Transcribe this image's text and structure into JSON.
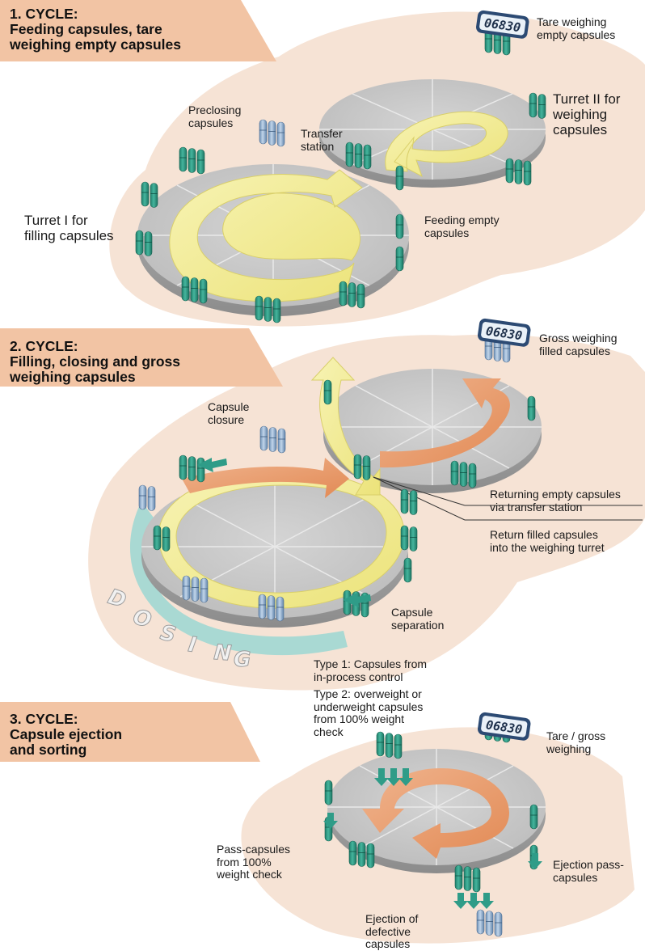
{
  "colors": {
    "banner": "#f2c4a4",
    "platform_tint": "#f6e3d5",
    "turret_top": "#c7c7c7",
    "turret_edge": "#9a9a9a",
    "yellow_arrow": "#f2ec8e",
    "orange_arrow": "#ea9a6a",
    "teal_capsule": "#2e9c86",
    "blue_capsule": "#86a7c9",
    "dosing_band": "#a9d9d3",
    "display_body": "#2c4a73",
    "display_screen": "#eaf1f8"
  },
  "icons": [
    "scale-display-icon",
    "capsule-icon",
    "flow-arrow-icon",
    "turret-icon"
  ],
  "display_value": "06830",
  "cycle1": {
    "title": "1. CYCLE:\nFeeding capsules, tare\nweighing empty capsules",
    "labels": {
      "tare": "Tare weighing\nempty capsules",
      "turret2": "Turret II for\nweighing\ncapsules",
      "preclosing": "Preclosing\ncapsules",
      "transfer": "Transfer\nstation",
      "turret1": "Turret I for\nfilling capsules",
      "feeding": "Feeding empty\ncapsules"
    }
  },
  "cycle2": {
    "title": "2. CYCLE:\nFilling, closing and gross\nweighing capsules",
    "labels": {
      "gross": "Gross weighing\nfilled capsules",
      "closure": "Capsule\nclosure",
      "returning": "Returning empty capsules\nvia transfer station",
      "return_filled": "Return filled capsules\ninto the weighing turret",
      "separation": "Capsule\nseparation",
      "dosing": "DOSING"
    }
  },
  "cycle3": {
    "title": "3. CYCLE:\nCapsule ejection\nand sorting",
    "labels": {
      "type1": "Type 1: Capsules from\nin-process control",
      "type2": "Type 2: overweight or\nunderweight capsules\nfrom 100% weight\ncheck",
      "tare_gross": "Tare / gross\nweighing",
      "pass": "Pass-capsules\nfrom 100%\nweight check",
      "ejection_pass": "Ejection pass-\ncapsules",
      "ejection_defective": "Ejection of\ndefective\ncapsules"
    }
  }
}
